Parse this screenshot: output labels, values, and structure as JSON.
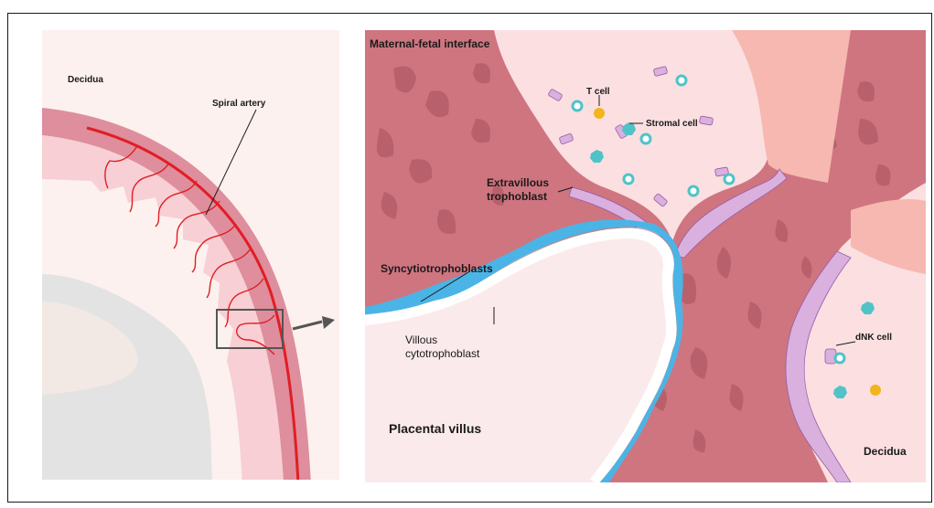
{
  "left_panel": {
    "decidua_label": "Decidua",
    "spiral_artery_label": "Spiral artery"
  },
  "right_panel": {
    "title": "Maternal-fetal interface",
    "t_cell_label": "T cell",
    "stromal_cell_label": "Stromal cell",
    "evt_label_line1": "Extravillous",
    "evt_label_line2": "trophoblast",
    "syncytio_label": "Syncytiotrophoblasts",
    "villous_cyto_line1": "Villous",
    "villous_cyto_line2": "cytotrophoblast",
    "placental_villus_label": "Placental villus",
    "dnk_label": "dNK cell",
    "decidua_label": "Decidua"
  },
  "colors": {
    "maternal_tissue": "#cf7580",
    "decidua_pale": "#fbe2e3",
    "artery_red": "#e21d25",
    "syncytio_blue": "#4bb4e6",
    "evt_purple": "#d9b0de",
    "t_cell_yellow": "#f3b41c",
    "stromal_teal": "#4fc3c8"
  }
}
